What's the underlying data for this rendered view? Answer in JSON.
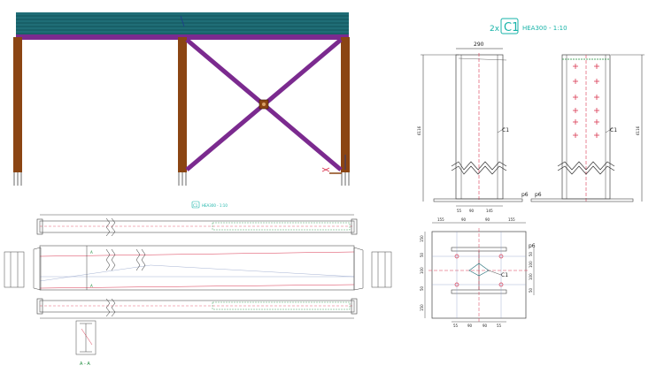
{
  "drawing_title": {
    "qty": "2x",
    "mark": "C1",
    "profile_scale": "HEA300 - 1:10"
  },
  "column_detail": {
    "width_top": "290",
    "height_left": "6116",
    "height_right": "6116",
    "label_left": "C1",
    "label_right": "C1",
    "plate_left": "p6",
    "plate_right": "p6",
    "base_dims": [
      "55",
      "90",
      "145"
    ]
  },
  "base_plate": {
    "top_dims": [
      "155",
      "90",
      "90",
      "155"
    ],
    "left_dims": [
      "150",
      "50",
      "100",
      "50",
      "150"
    ],
    "right_dims": [
      "50",
      "100",
      "100",
      "50"
    ],
    "bottom_dims": [
      "55",
      "90",
      "90",
      "55"
    ],
    "plate_label": "p6",
    "column_label": "C1"
  },
  "beam_detail": {
    "title_mark": "C1",
    "title_text": "HEA300 - 1:10",
    "section_label": "A - A",
    "marker_a": "A",
    "marker_b": "A"
  },
  "colors": {
    "column": "#8b4513",
    "bracing": "#7b2a8f",
    "roof": "#1f6d76",
    "accent": "#17b3a8",
    "bolt": "#d93650"
  }
}
